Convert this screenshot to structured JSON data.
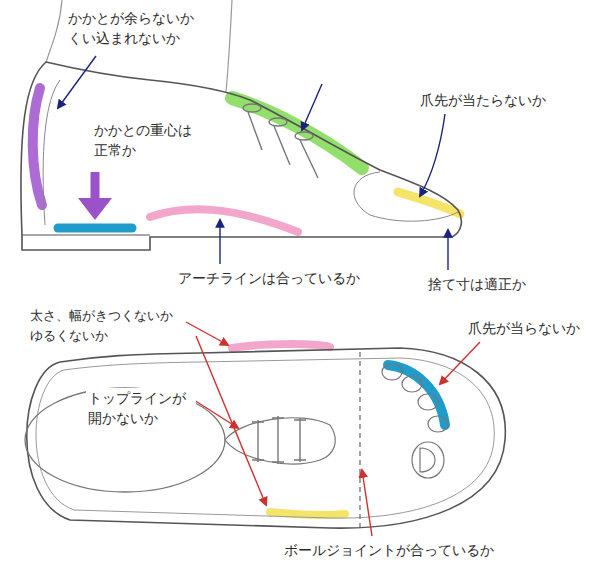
{
  "diagram": {
    "labels": [
      "かかとが余らないか くい込まれないか",
      "かかとの重心は 正常か",
      "爪先が当たらないか",
      "アーチラインは合っているか",
      "捨て寸は適正か",
      "太さ、幅がきつくないか ゆるくないか",
      "爪先が当らないか",
      "トップラインが 開かないか",
      "ボールジョイントが合っているか"
    ]
  }
}
